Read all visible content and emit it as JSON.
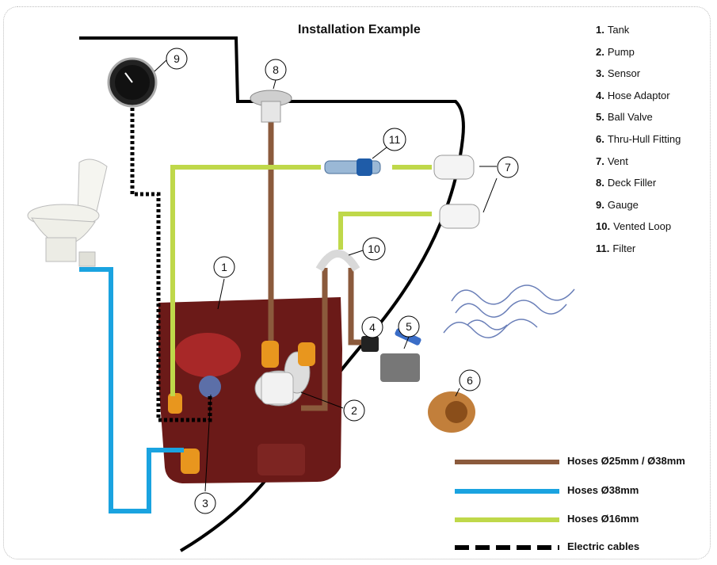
{
  "title": "Installation Example",
  "parts": [
    {
      "num": "1.",
      "label": "Tank"
    },
    {
      "num": "2.",
      "label": "Pump"
    },
    {
      "num": "3.",
      "label": "Sensor"
    },
    {
      "num": "4.",
      "label": "Hose Adaptor"
    },
    {
      "num": "5.",
      "label": "Ball Valve"
    },
    {
      "num": "6.",
      "label": "Thru-Hull Fitting"
    },
    {
      "num": "7.",
      "label": "Vent"
    },
    {
      "num": "8.",
      "label": "Deck Filler"
    },
    {
      "num": "9.",
      "label": "Gauge"
    },
    {
      "num": "10.",
      "label": "Vented Loop"
    },
    {
      "num": "11.",
      "label": "Filter"
    }
  ],
  "callouts": {
    "c1": "1",
    "c2": "2",
    "c3": "3",
    "c4": "4",
    "c5": "5",
    "c6": "6",
    "c7": "7",
    "c8": "8",
    "c9": "9",
    "c10": "10",
    "c11": "11"
  },
  "legend": [
    {
      "label": "Hoses Ø25mm / Ø38mm",
      "color": "#8B5A3C",
      "style": "solid"
    },
    {
      "label": "Hoses Ø38mm",
      "color": "#1AA3E0",
      "style": "solid"
    },
    {
      "label": "Hoses Ø16mm",
      "color": "#BFD84A",
      "style": "solid"
    },
    {
      "label": "Electric cables",
      "color": "#000000",
      "style": "dashed"
    }
  ],
  "colors": {
    "brown_hose": "#8B5A3C",
    "blue_hose": "#1AA3E0",
    "green_hose": "#BFD84A",
    "tank": "#6B1A18",
    "hull_line": "#000000",
    "waves": "#6A7FB8"
  }
}
